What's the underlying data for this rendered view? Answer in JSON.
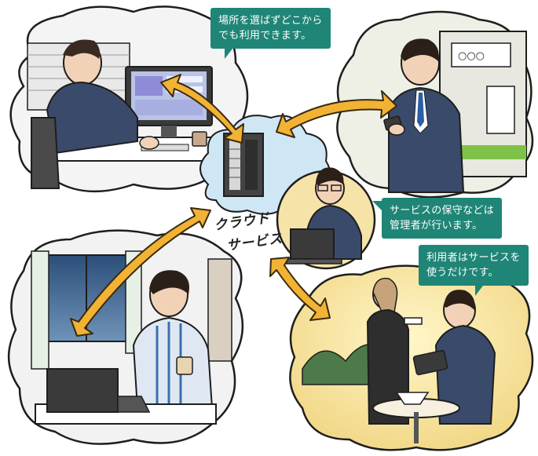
{
  "colors": {
    "callout_bg": "#1f8577",
    "arrow_fill": "#f2b233",
    "arrow_stroke": "#3a2a10",
    "cloud_blue": "#cfe6f5",
    "suit": "#3a4a6b",
    "outline": "#1e1e1e"
  },
  "callouts": {
    "location": {
      "line1": "場所を選ばずどこから",
      "line2": "でも利用できます。"
    },
    "admin": {
      "line1": "サービスの保守などは",
      "line2": "管理者が行います。"
    },
    "user": {
      "line1": "利用者はサービスを",
      "line2": "使うだけです。"
    }
  },
  "cloud": {
    "label_line1": "クラウド",
    "label_line2": "サービス"
  },
  "scenes": [
    {
      "name": "office-desktop-user",
      "icon": "desktop-computer-icon"
    },
    {
      "name": "station-smartphone-user",
      "icon": "smartphone-icon"
    },
    {
      "name": "home-laptop-user",
      "icon": "laptop-icon"
    },
    {
      "name": "cafe-tablet-user",
      "icon": "tablet-icon"
    },
    {
      "name": "service-administrator",
      "icon": "laptop-icon"
    }
  ]
}
